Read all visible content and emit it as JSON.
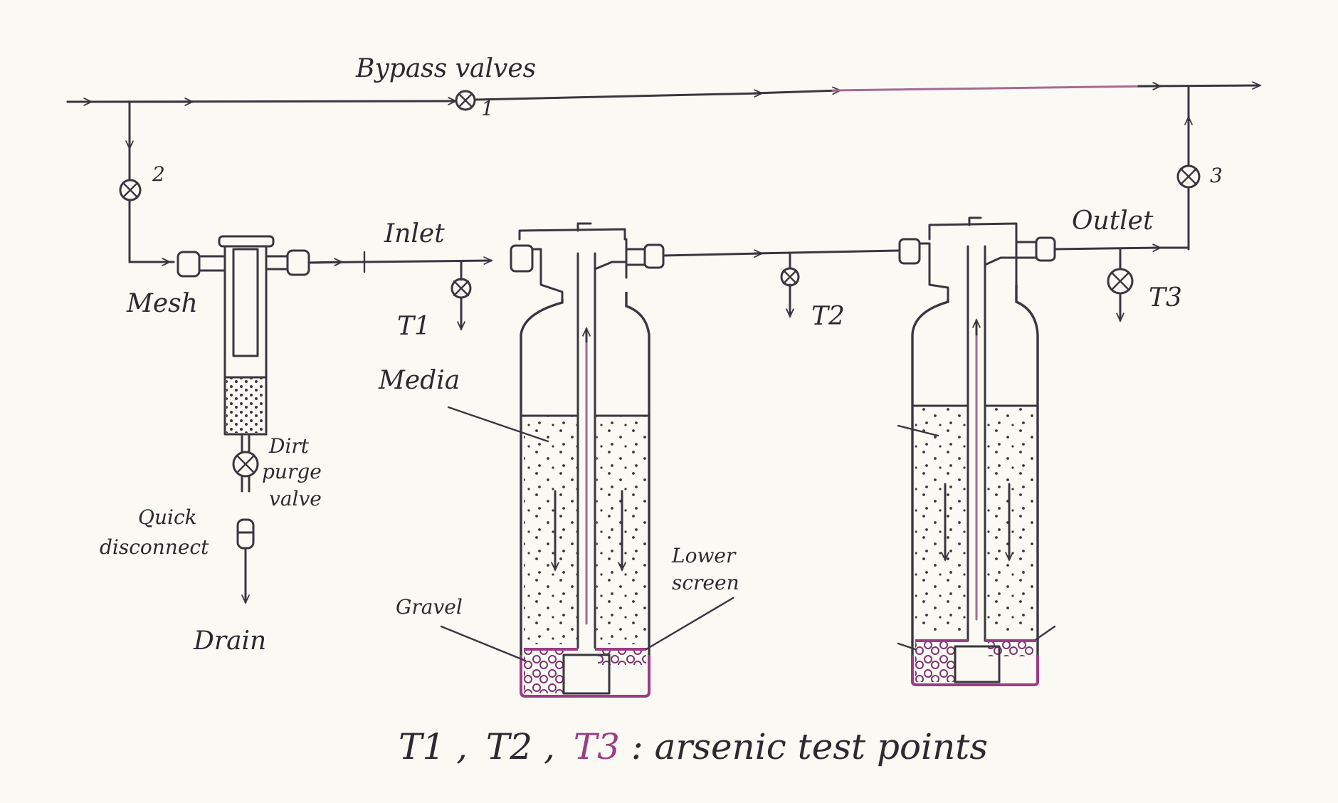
{
  "labels": {
    "bypass_valves": "Bypass valves",
    "valve_1": "1",
    "valve_2": "2",
    "valve_3": "3",
    "inlet": "Inlet",
    "outlet": "Outlet",
    "t1": "T1",
    "t2": "T2",
    "t3": "T3",
    "mesh": "Mesh",
    "media": "Media",
    "dirt_purge_valve_line1": "Dirt",
    "dirt_purge_valve_line2": "purge",
    "dirt_purge_valve_line3": "valve",
    "quick_disconnect_line1": "Quick",
    "quick_disconnect_line2": "disconnect",
    "drain": "Drain",
    "gravel": "Gravel",
    "lower_screen_line1": "Lower",
    "lower_screen_line2": "screen"
  },
  "caption": {
    "t1": "T1",
    "sep1": ",",
    "t2": "T2",
    "sep2": ",",
    "t3": "T3",
    "rest": ": arsenic test points"
  },
  "colors": {
    "ink": "#3a3640",
    "accent_pink": "#9c3c84",
    "paper": "#fbf9f4"
  }
}
